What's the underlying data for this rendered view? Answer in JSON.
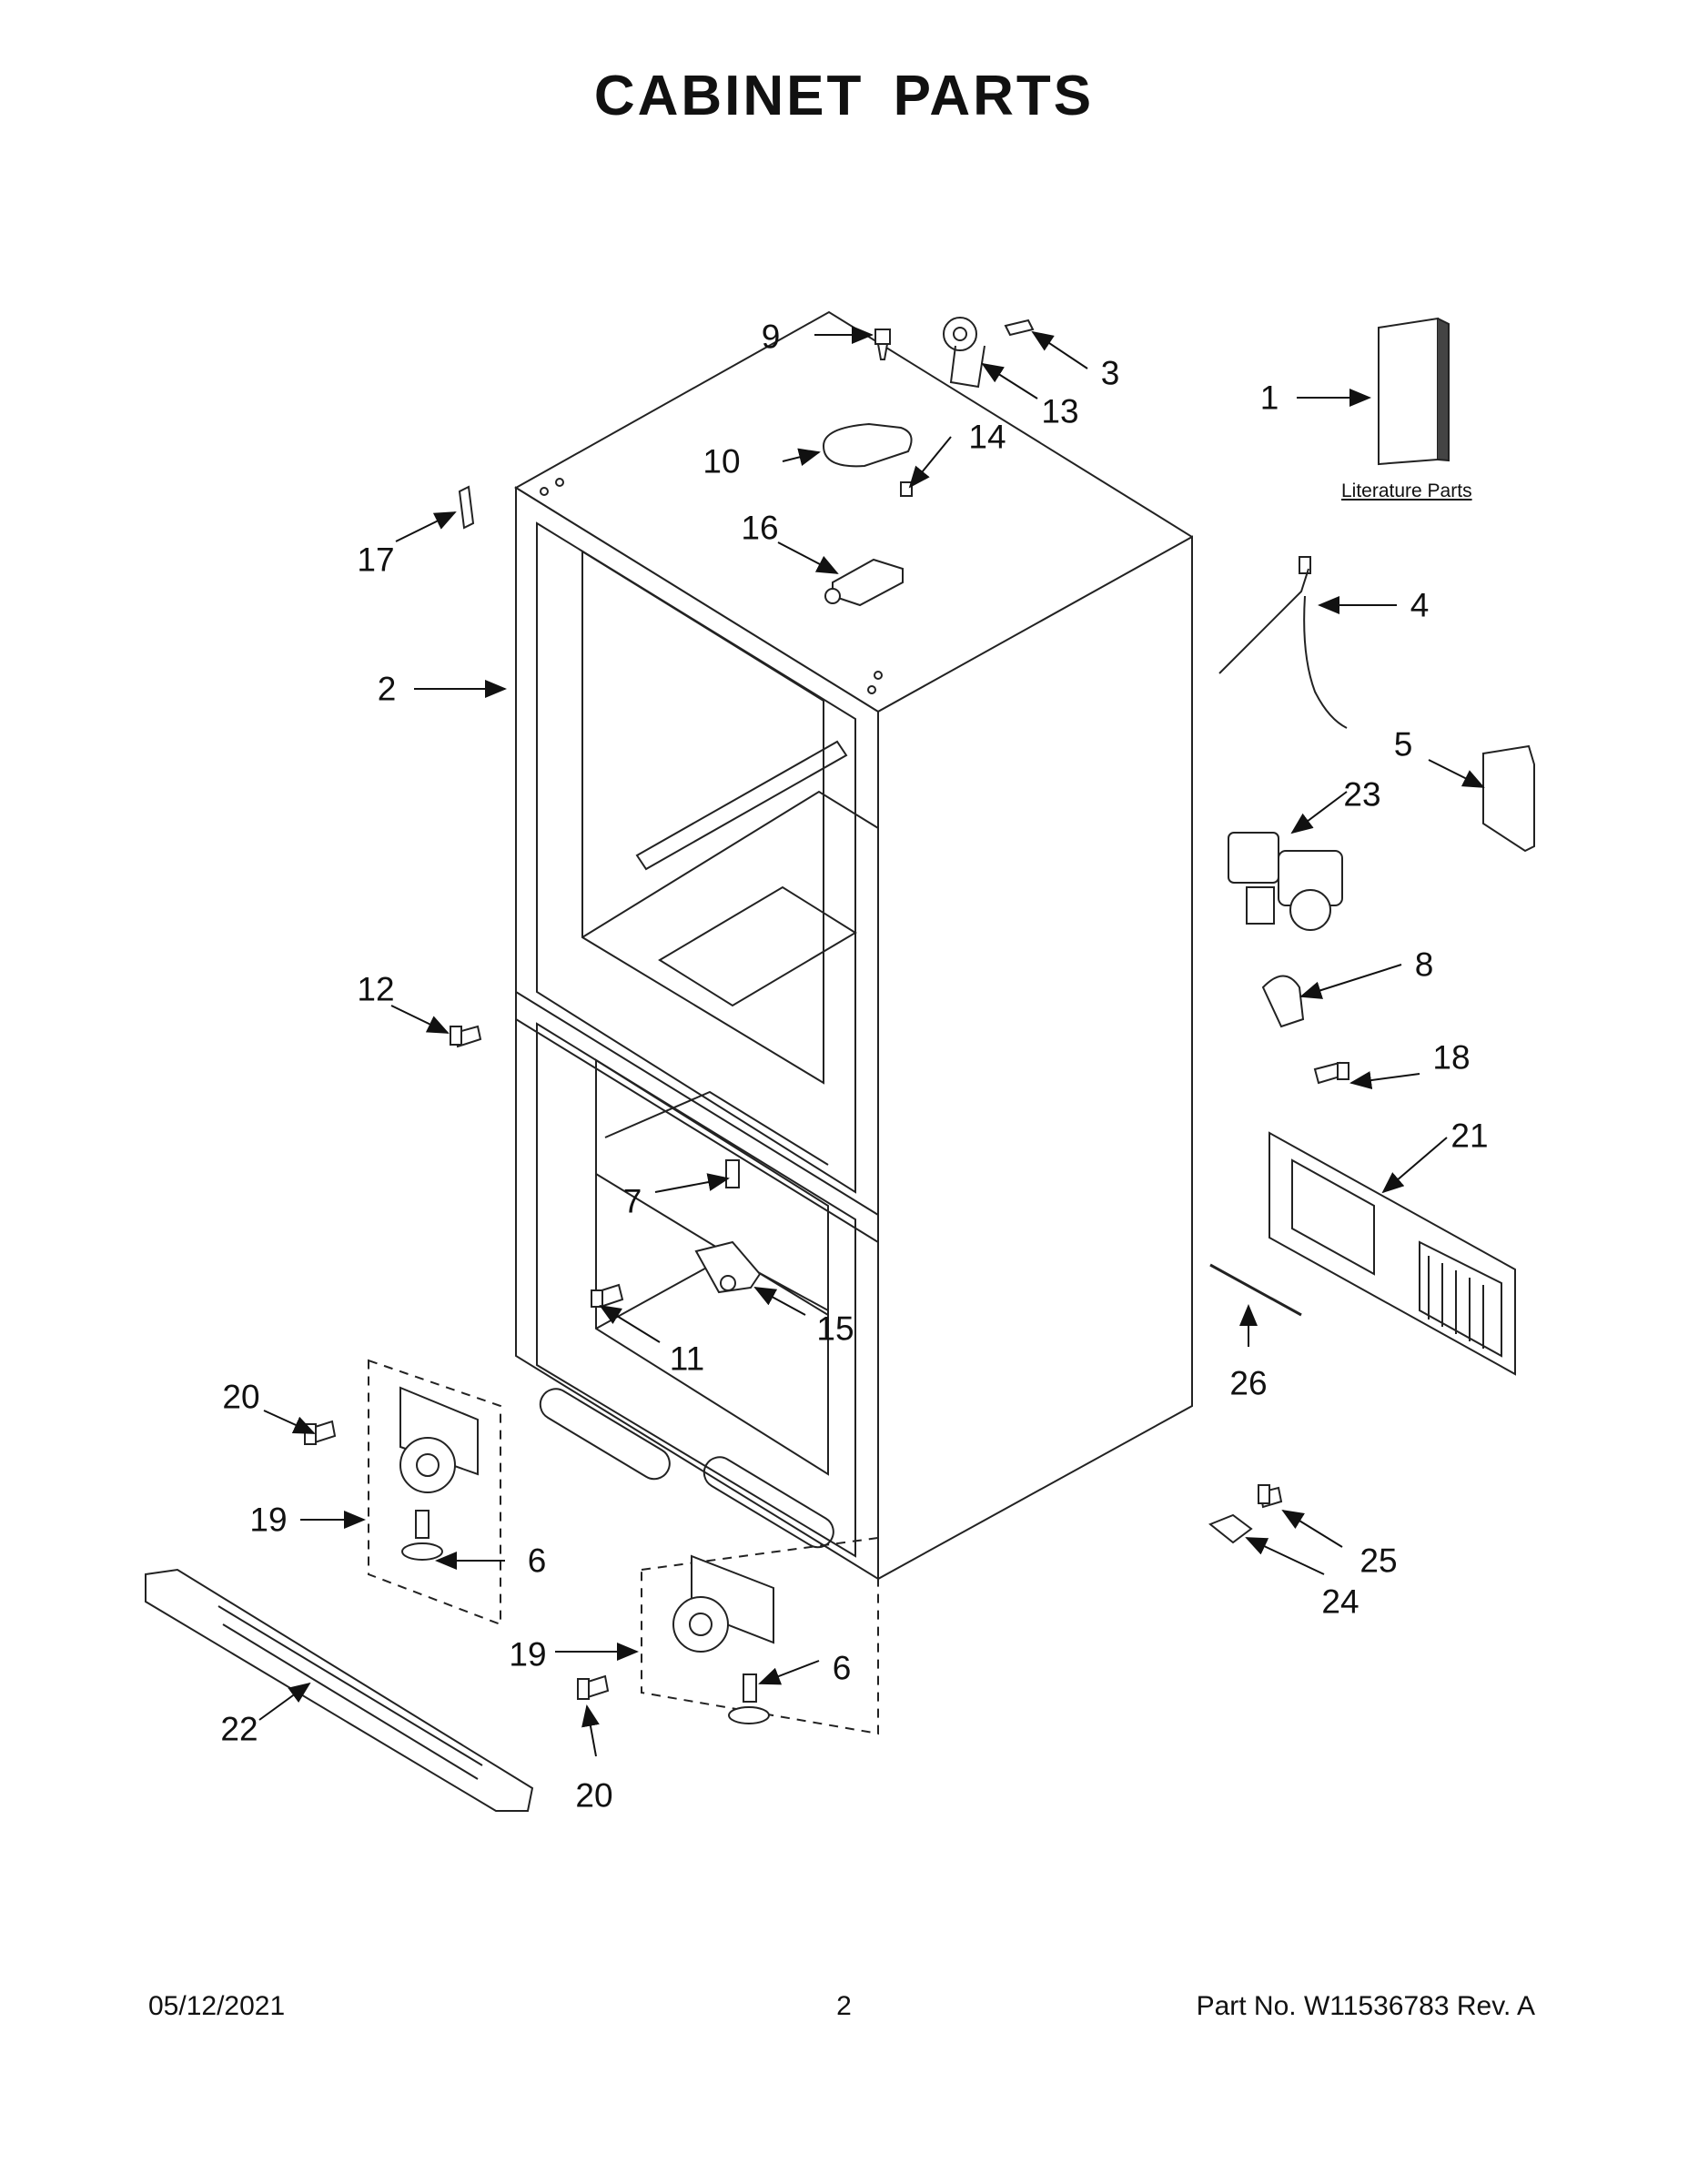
{
  "page": {
    "title": "CABINET PARTS",
    "footer_date": "05/12/2021",
    "footer_page": "2",
    "footer_part": "Part No.  W11536783  Rev.  A"
  },
  "literature_label": "Literature Parts",
  "callouts": [
    "1",
    "2",
    "3",
    "4",
    "5",
    "6",
    "6",
    "7",
    "8",
    "9",
    "10",
    "11",
    "12",
    "13",
    "14",
    "15",
    "16",
    "17",
    "18",
    "19",
    "19",
    "20",
    "20",
    "21",
    "22",
    "23",
    "24",
    "25",
    "26"
  ]
}
